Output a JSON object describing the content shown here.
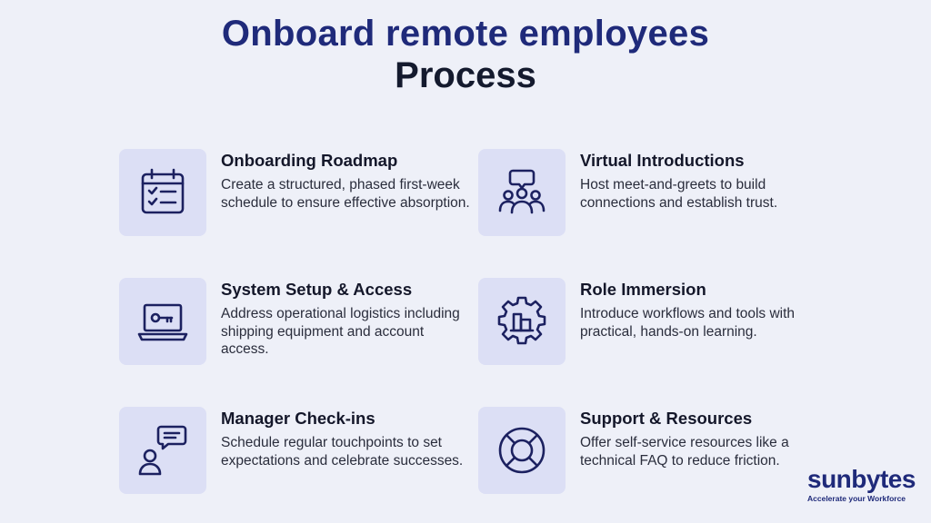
{
  "title": {
    "line1": "Onboard remote employees",
    "line2": "Process"
  },
  "cards": [
    {
      "heading": "Onboarding Roadmap",
      "description": "Create a structured, phased first-week schedule to ensure effective absorption.",
      "icon": "calendar-checklist-icon"
    },
    {
      "heading": "Virtual Introductions",
      "description": "Host meet-and-greets to build connections and establish trust.",
      "icon": "team-chat-icon"
    },
    {
      "heading": "System Setup & Access",
      "description": "Address operational logistics including shipping equipment and account access.",
      "icon": "laptop-key-icon"
    },
    {
      "heading": "Role Immersion",
      "description": "Introduce workflows and tools with practical, hands-on learning.",
      "icon": "gear-building-icon"
    },
    {
      "heading": "Manager Check-ins",
      "description": "Schedule regular touchpoints to set expectations and celebrate successes.",
      "icon": "person-chat-icon"
    },
    {
      "heading": "Support & Resources",
      "description": "Offer self-service resources like a technical FAQ to reduce friction.",
      "icon": "lifebuoy-icon"
    }
  ],
  "logo": {
    "brand": "sunbytes",
    "tagline": "Accelerate your Workforce"
  },
  "colors": {
    "accent": "#1f2a7a",
    "icon_bg": "#dcdff5",
    "background": "#eef0f8"
  }
}
